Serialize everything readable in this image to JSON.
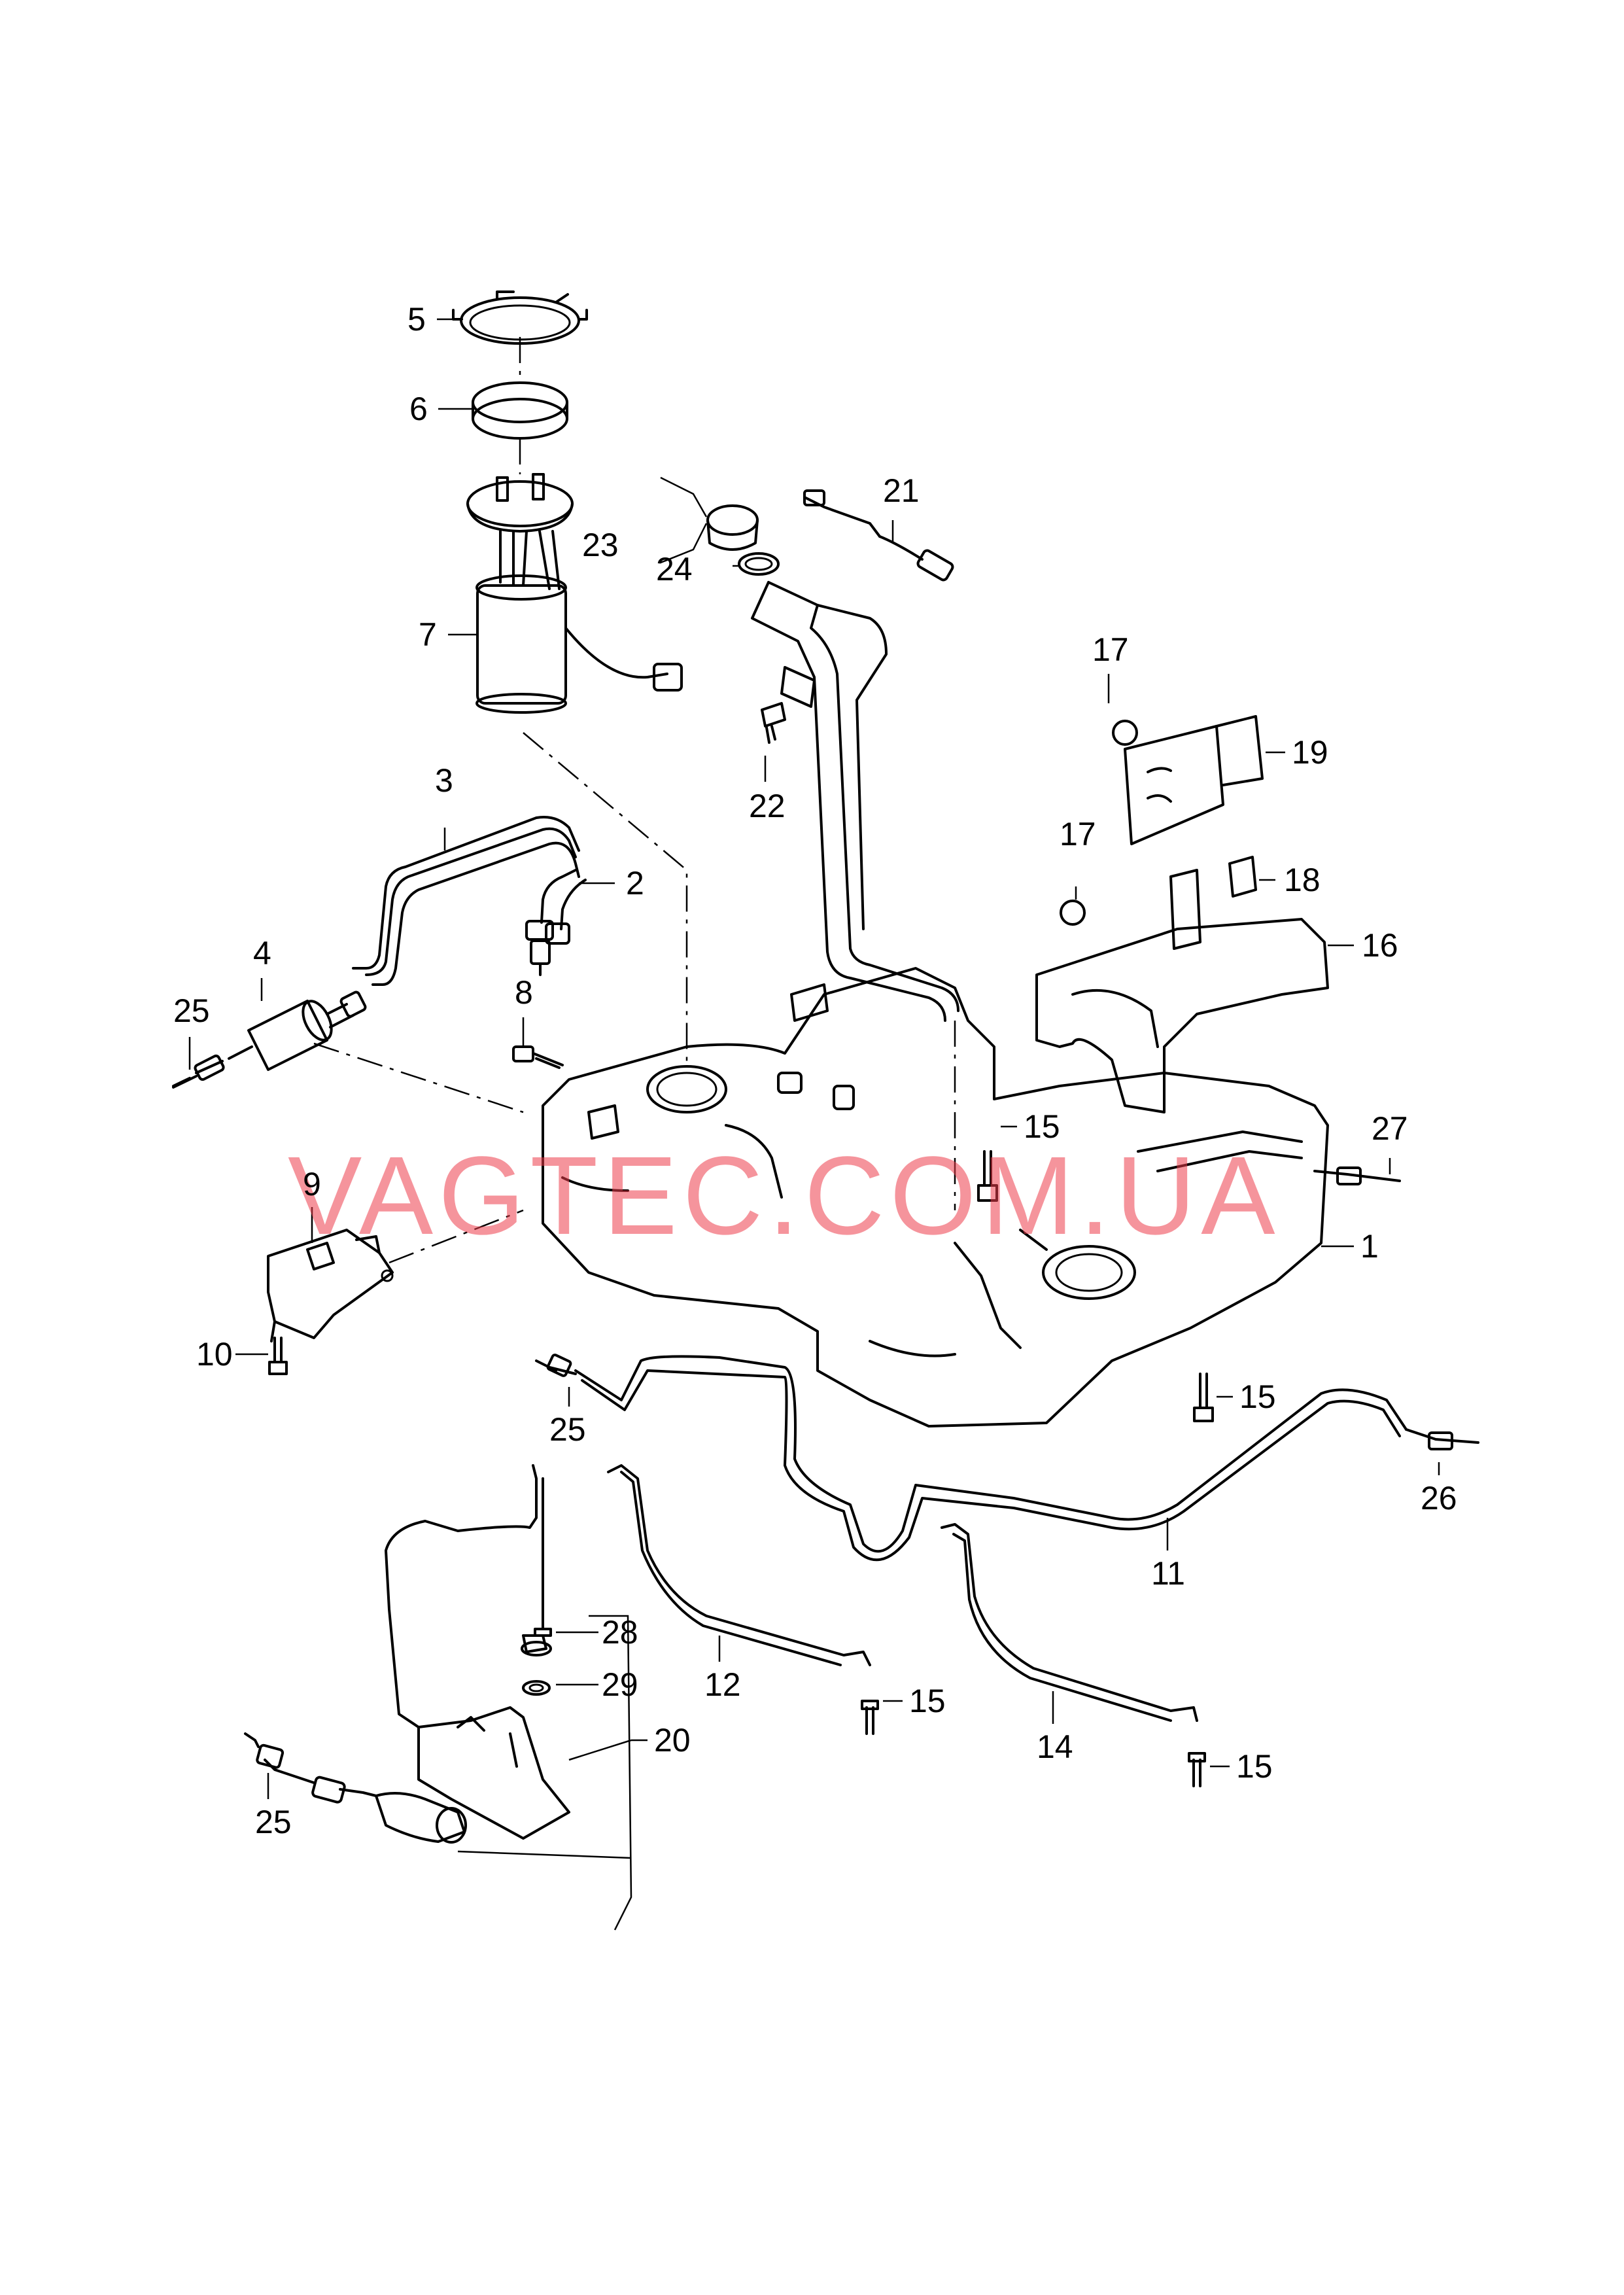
{
  "callouts": {
    "c1": "1",
    "c2": "2",
    "c3": "3",
    "c4": "4",
    "c5": "5",
    "c6": "6",
    "c7": "7",
    "c8": "8",
    "c9": "9",
    "c10": "10",
    "c11": "11",
    "c12": "12",
    "c14": "14",
    "c15a": "15",
    "c15b": "15",
    "c15c": "15",
    "c15d": "15",
    "c16": "16",
    "c17a": "17",
    "c17b": "17",
    "c18": "18",
    "c19": "19",
    "c20": "20",
    "c21": "21",
    "c22": "22",
    "c23": "23",
    "c24": "24",
    "c25a": "25",
    "c25b": "25",
    "c25c": "25",
    "c26": "26",
    "c27": "27",
    "c28": "28",
    "c29": "29"
  },
  "watermark": "VAGTEC.COM.UA",
  "colors": {
    "line": "#000000",
    "watermark": "#ec3c4b",
    "background": "#ffffff"
  }
}
